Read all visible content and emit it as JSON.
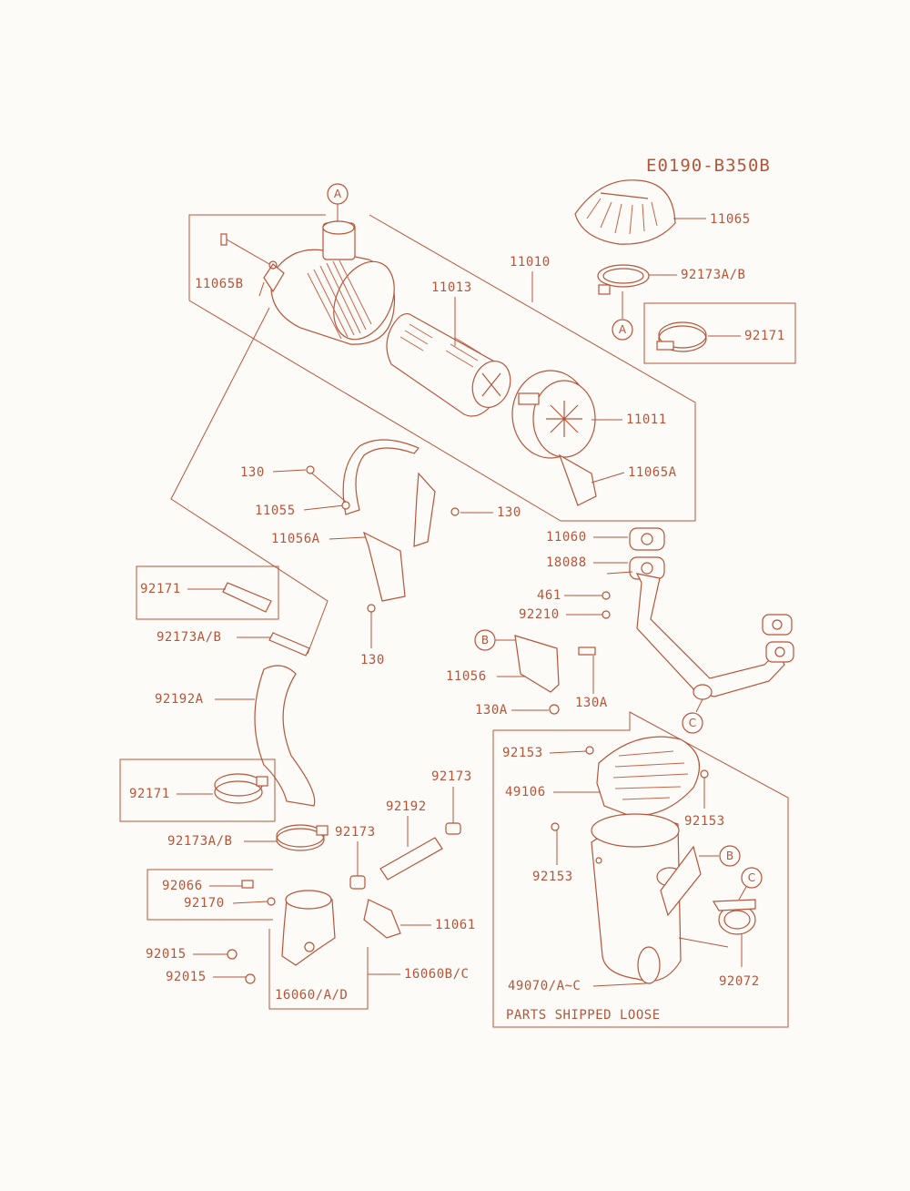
{
  "diagram_code": "E0190-B350B",
  "callouts": {
    "a1": "A",
    "a2": "A",
    "b1": "B",
    "b2": "B",
    "c1": "C",
    "c2": "C"
  },
  "labels": {
    "p11065": "11065",
    "p92173ab_top": "92173A/B",
    "p11065b": "11065B",
    "p11010": "11010",
    "p11013": "11013",
    "p92171_a": "92171",
    "p11011": "11011",
    "p11065a": "11065A",
    "p130_a": "130",
    "p11055": "11055",
    "p130_b": "130",
    "p11056a": "11056A",
    "p11060": "11060",
    "p18088": "18088",
    "p461": "461",
    "p92210": "92210",
    "p92171_b": "92171",
    "p92173ab_mid": "92173A/B",
    "p130_c": "130",
    "p11056": "11056",
    "p130a_a": "130A",
    "p130a_b": "130A",
    "p92192a": "92192A",
    "p92153_a": "92153",
    "p49106": "49106",
    "p92153_b": "92153",
    "p92153_c": "92153",
    "p92173_a": "92173",
    "p92192": "92192",
    "p92171_c": "92171",
    "p92173ab_low": "92173A/B",
    "p92173_b": "92173",
    "p92066": "92066",
    "p92170": "92170",
    "p11061": "11061",
    "p92015_a": "92015",
    "p92015_b": "92015",
    "p16060bc": "16060B/C",
    "p16060ad": "16060/A/D",
    "p49070": "49070/A~C",
    "p92072": "92072"
  },
  "loose_parts_note": "PARTS SHIPPED LOOSE",
  "colors": {
    "ink": "#b5553a",
    "paper": "#fdfbf7"
  }
}
